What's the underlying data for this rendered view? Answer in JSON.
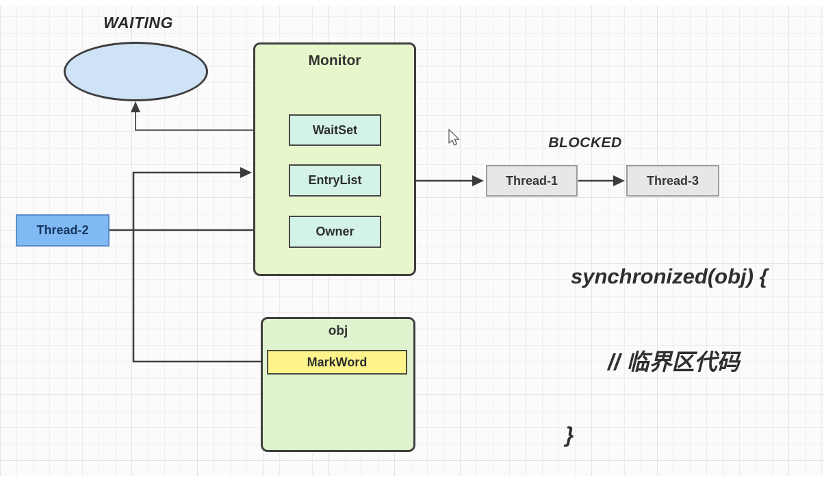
{
  "labels": {
    "waiting": "WAITING",
    "blocked": "BLOCKED"
  },
  "monitor": {
    "title": "Monitor",
    "waitset": "WaitSet",
    "entrylist": "EntryList",
    "owner": "Owner"
  },
  "threads": {
    "thread1": "Thread-1",
    "thread2": "Thread-2",
    "thread3": "Thread-3"
  },
  "object": {
    "title": "obj",
    "markword": "MarkWord"
  },
  "code": {
    "line1": "synchronized(obj) {",
    "line2": "// 临界区代码",
    "line3": "}"
  },
  "colors": {
    "ellipse_fill": "#cfe3f7",
    "monitor_fill": "#e8f6cc",
    "obj_fill": "#dff3cf",
    "field_fill": "#d2f3e6",
    "thread2_fill": "#81b9f4",
    "blocked_thread_fill": "#e7e7e7",
    "markword_fill": "#fcf48b",
    "connector": "#3f3f3f",
    "grid_line": "#ededf1"
  }
}
